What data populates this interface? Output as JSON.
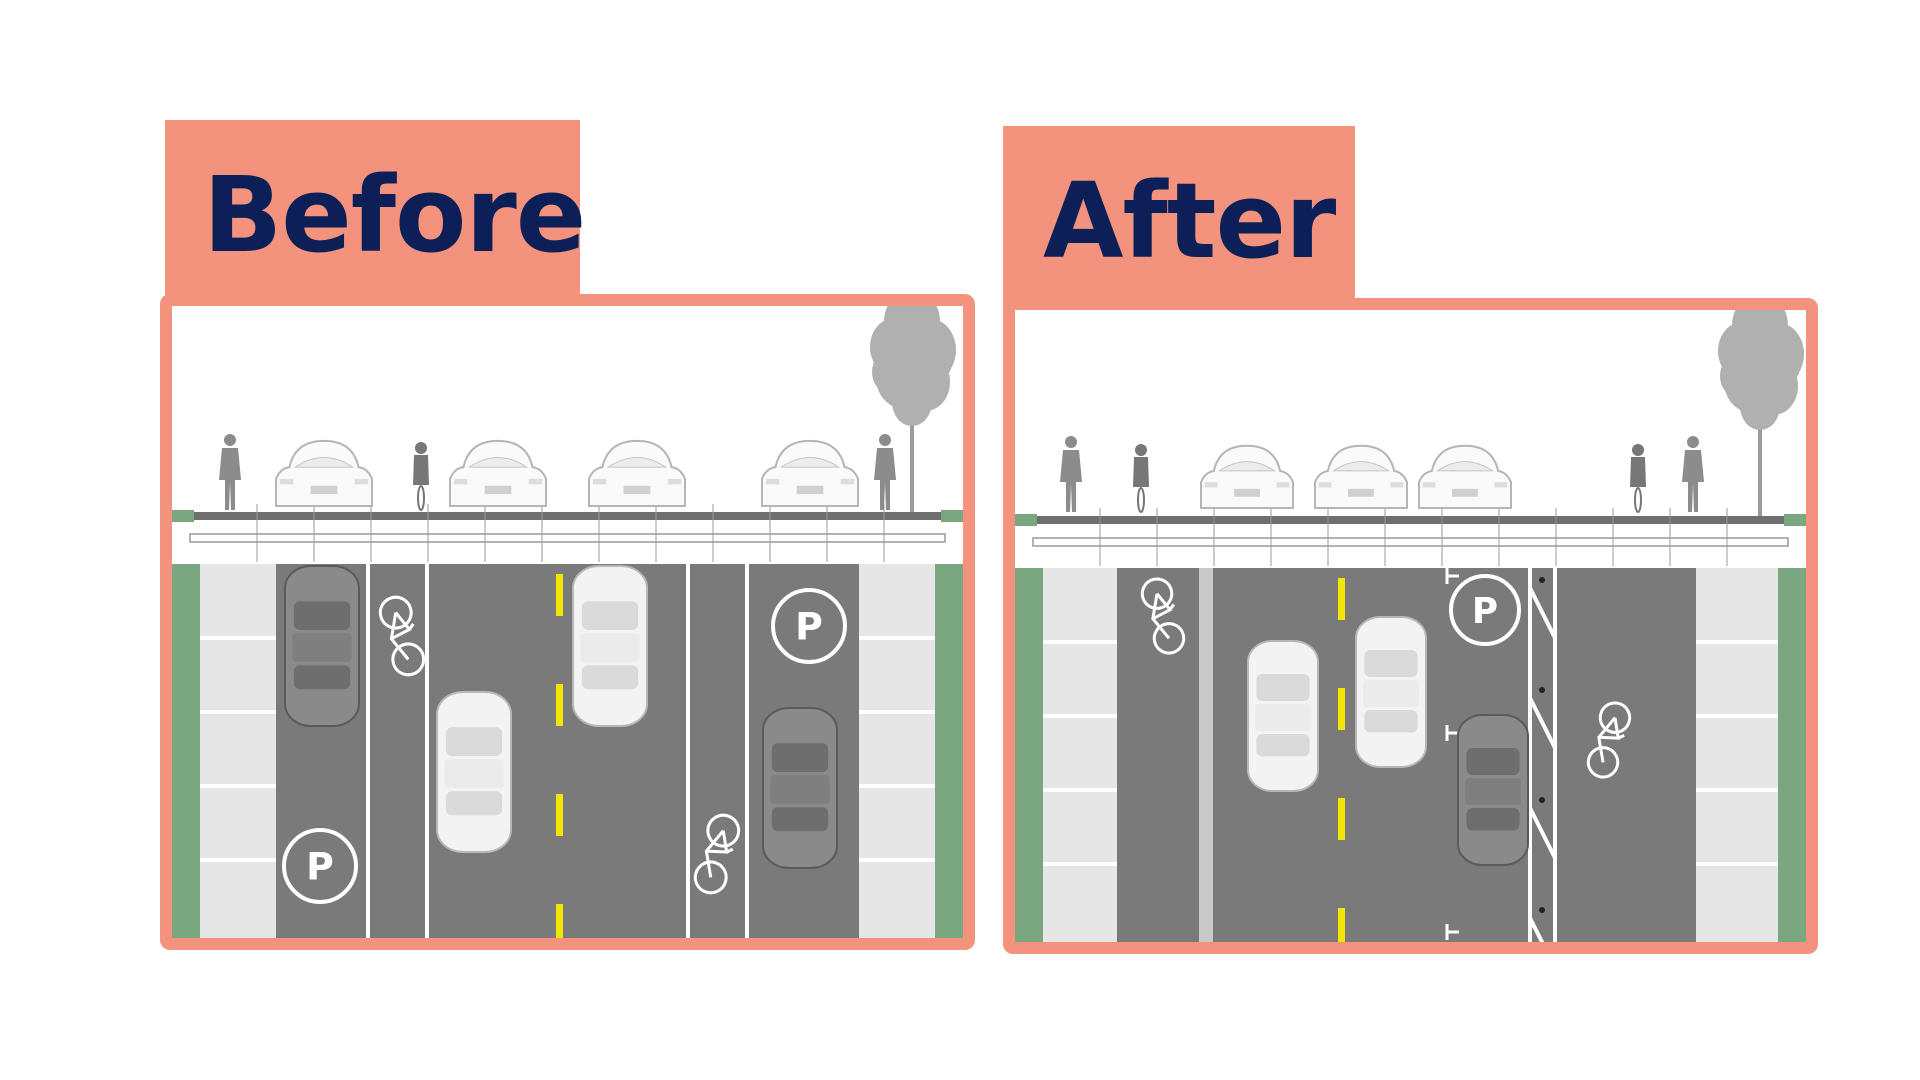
{
  "panels": [
    {
      "id": "before",
      "label": "Before"
    },
    {
      "id": "after",
      "label": "After"
    }
  ],
  "colors": {
    "frame": "#f4937d",
    "label_text": "#0d1f57",
    "asphalt": "#7a7a7a",
    "sidewalk": "#e6e6e6",
    "green_strip": "#7aa77f",
    "center_line": "#f2e600",
    "silhouette": "#8c8c8c"
  },
  "icons": {
    "parking": "P",
    "bike": "bike-symbol-icon",
    "tree": "tree-icon",
    "pedestrian": "pedestrian-icon",
    "cyclist": "cyclist-icon",
    "car": "car-icon"
  }
}
